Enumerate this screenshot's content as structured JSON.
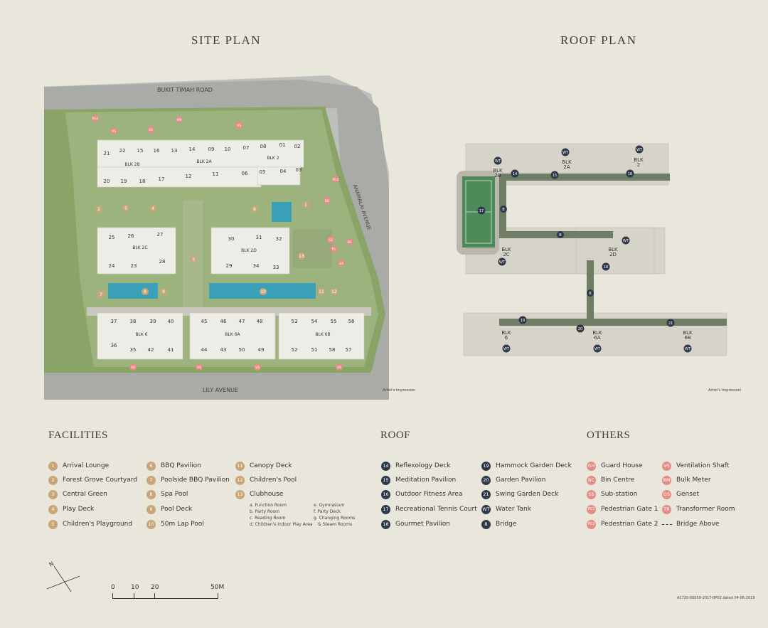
{
  "titles": {
    "site_plan": "SITE PLAN",
    "roof_plan": "ROOF PLAN"
  },
  "roads": {
    "top": "BUKIT TIMAH ROAD",
    "side": "ANAMALAI AVENUE",
    "bottom": "LILY AVENUE"
  },
  "artists_impression": "Artist's Impression",
  "site_blocks": {
    "row1_top": [
      "21",
      "22",
      "15",
      "16",
      "13",
      "14",
      "09",
      "10",
      "07",
      "08",
      "01",
      "02"
    ],
    "row1_bottom": [
      "20",
      "19",
      "18",
      "17",
      "12",
      "11",
      "06",
      "05",
      "04",
      "03"
    ],
    "row2_top": [
      "25",
      "26",
      "27",
      "30",
      "31",
      "32"
    ],
    "row2_bottom": [
      "24",
      "23",
      "28",
      "29",
      "34",
      "33"
    ],
    "row3_top": [
      "37",
      "38",
      "39",
      "40",
      "45",
      "46",
      "47",
      "48",
      "53",
      "54",
      "55",
      "56"
    ],
    "row3_bottom": [
      "36",
      "35",
      "42",
      "41",
      "44",
      "43",
      "50",
      "49",
      "52",
      "51",
      "58",
      "57"
    ],
    "blk_labels": [
      "BLK 2B",
      "BLK 2A",
      "BLK 2",
      "BLK 2C",
      "BLK 2D",
      "BLK 6",
      "BLK 6A",
      "BLK 6B"
    ]
  },
  "roof_blocks": [
    "BLK 2B",
    "BLK 2A",
    "BLK 2",
    "BLK 2C",
    "BLK 2D",
    "BLK 6",
    "BLK 6A",
    "BLK 6B"
  ],
  "sections": {
    "facilities": "FACILITIES",
    "roof": "ROOF",
    "others": "OTHERS"
  },
  "facilities": [
    {
      "n": "1",
      "label": "Arrival Lounge"
    },
    {
      "n": "2",
      "label": "Forest Grove Courtyard"
    },
    {
      "n": "3",
      "label": "Central Green"
    },
    {
      "n": "4",
      "label": "Play Deck"
    },
    {
      "n": "5",
      "label": "Children's Playground"
    },
    {
      "n": "6",
      "label": "BBQ Pavilion"
    },
    {
      "n": "7",
      "label": "Poolside BBQ Pavilion"
    },
    {
      "n": "8",
      "label": "Spa Pool"
    },
    {
      "n": "9",
      "label": "Pool Deck"
    },
    {
      "n": "10",
      "label": "50m Lap Pool"
    },
    {
      "n": "11",
      "label": "Canopy Deck"
    },
    {
      "n": "12",
      "label": "Children's Pool"
    },
    {
      "n": "13",
      "label": "Clubhouse"
    }
  ],
  "clubhouse_sub": {
    "left": [
      "a. Function Room",
      "b. Party Room",
      "c. Reading Room",
      "d. Children's Indoor Play Area"
    ],
    "right": [
      "e. Gymnasium",
      "f. Party Deck",
      "g. Changing Rooms",
      "& Steam Rooms"
    ]
  },
  "roof": [
    {
      "n": "14",
      "label": "Reflexology Deck"
    },
    {
      "n": "15",
      "label": "Meditation Pavilion"
    },
    {
      "n": "16",
      "label": "Outdoor Fitness Area"
    },
    {
      "n": "17",
      "label": "Recreational Tennis Court"
    },
    {
      "n": "18",
      "label": "Gourmet Pavilion"
    },
    {
      "n": "19",
      "label": "Hammock Garden Deck"
    },
    {
      "n": "20",
      "label": "Garden Pavilion"
    },
    {
      "n": "21",
      "label": "Swing Garden Deck"
    },
    {
      "n": "WT",
      "label": "Water Tank"
    },
    {
      "n": "B",
      "label": "Bridge"
    }
  ],
  "others": [
    {
      "n": "GH",
      "label": "Guard House"
    },
    {
      "n": "BC",
      "label": "Bin Centre"
    },
    {
      "n": "SS",
      "label": "Sub-station"
    },
    {
      "n": "PG1",
      "label": "Pedestrian Gate 1"
    },
    {
      "n": "PG2",
      "label": "Pedestrian Gate 2"
    },
    {
      "n": "VS",
      "label": "Ventilation Shaft"
    },
    {
      "n": "BM",
      "label": "Bulk Meter"
    },
    {
      "n": "GS",
      "label": "Genset"
    },
    {
      "n": "TR",
      "label": "Transformer Room"
    },
    {
      "n": "---",
      "label": "Bridge Above"
    }
  ],
  "compass": {
    "north": "N"
  },
  "scale": {
    "ticks": [
      "0",
      "10",
      "20",
      "50M"
    ]
  },
  "reference": "A1720-00059-2017-BP02 dated 04-06-2019",
  "colors": {
    "background": "#e9e6dc",
    "facility": "#c9a678",
    "roof": "#2e3a4a",
    "others": "#e58c86",
    "grass": "#8aa468",
    "pool": "#3aa1b8",
    "road": "#a9aba6"
  }
}
